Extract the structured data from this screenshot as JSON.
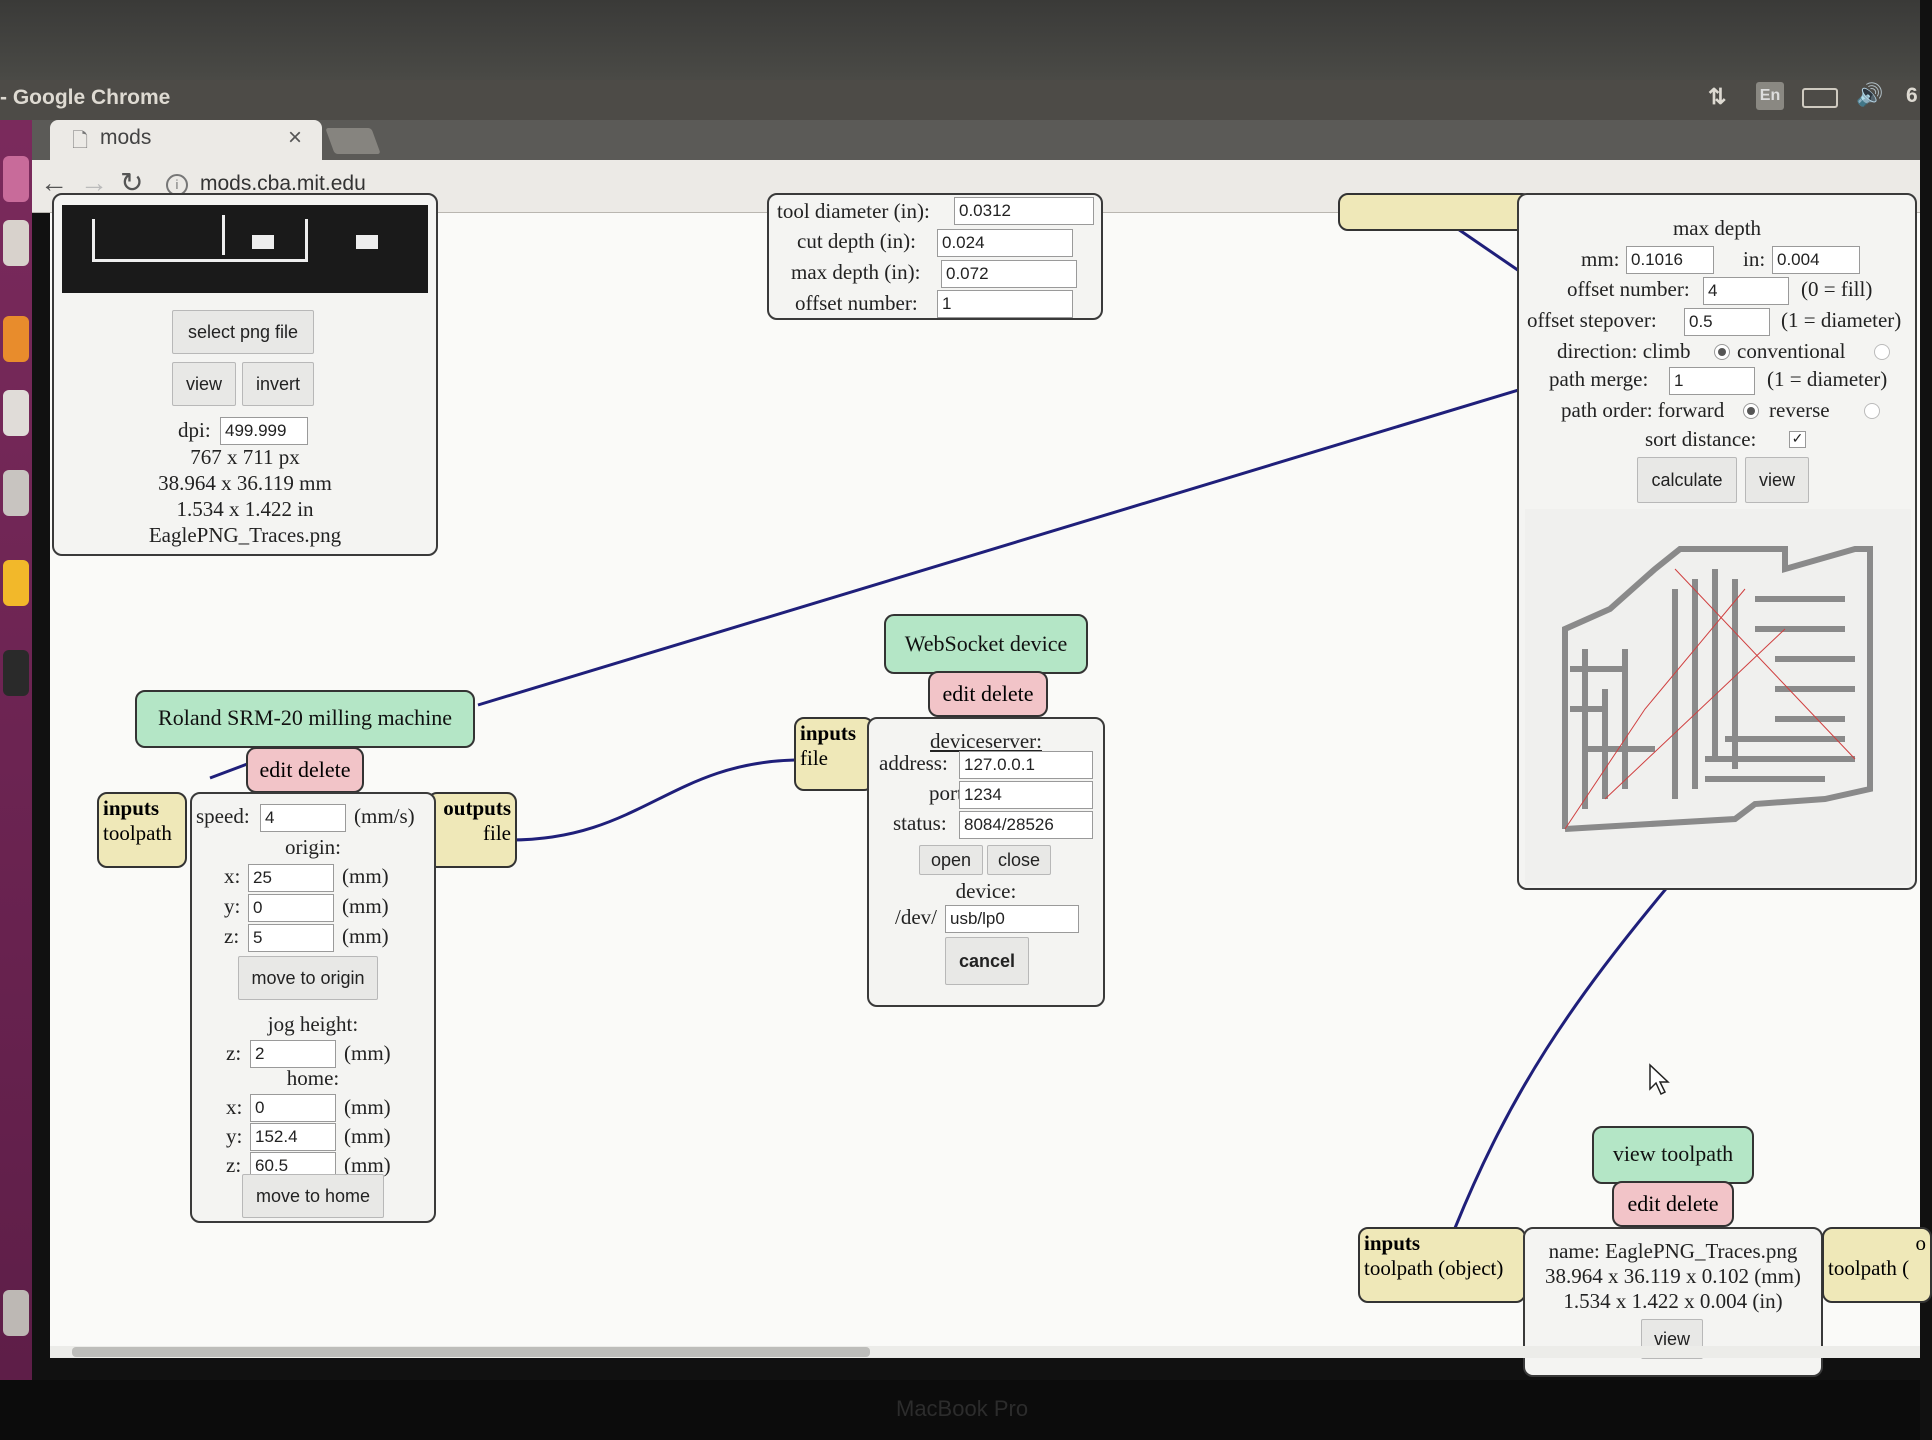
{
  "os": {
    "window_title": "- Google Chrome",
    "tray": {
      "lang": "En",
      "clock_partial": "6"
    }
  },
  "browser": {
    "tab_title": "mods",
    "tab_close": "×",
    "url": "mods.cba.mit.edu"
  },
  "png_module": {
    "select_button": "select png file",
    "view_button": "view",
    "invert_button": "invert",
    "dpi_label": "dpi:",
    "dpi_value": "499.999",
    "px_size": "767 x 711 px",
    "mm_size": "38.964 x 36.119 mm",
    "in_size": "1.534 x 1.422 in",
    "filename": "EaglePNG_Traces.png"
  },
  "mill_settings": {
    "tool_label": "tool diameter (in):",
    "tool_value": "0.0312",
    "cut_label": "cut depth (in):",
    "cut_value": "0.024",
    "max_label": "max depth (in):",
    "max_value": "0.072",
    "offset_label": "offset number:",
    "offset_value": "1"
  },
  "raster_panel": {
    "max_depth_heading": "max depth",
    "mm_label": "mm:",
    "mm_value": "0.1016",
    "in_label": "in:",
    "in_value": "0.004",
    "offset_label": "offset number:",
    "offset_value": "4",
    "offset_note": "(0 = fill)",
    "stepover_label": "offset stepover:",
    "stepover_value": "0.5",
    "stepover_note": "(1 = diameter)",
    "direction_label": "direction: climb",
    "conventional_label": "conventional",
    "merge_label": "path merge:",
    "merge_value": "1",
    "merge_note": "(1 = diameter)",
    "order_label": "path order: forward",
    "reverse_label": "reverse",
    "sort_label": "sort distance:",
    "calculate_button": "calculate",
    "view_button": "view"
  },
  "roland": {
    "title": "Roland SRM-20 milling machine",
    "edit_delete": "edit delete",
    "inputs_label": "inputs",
    "inputs_type": "toolpath",
    "outputs_label": "outputs",
    "outputs_type": "file",
    "speed_label": "speed:",
    "speed_value": "4",
    "speed_unit": "(mm/s)",
    "origin_heading": "origin:",
    "x_label": "x:",
    "origin_x": "25",
    "y_label": "y:",
    "origin_y": "0",
    "z_label": "z:",
    "origin_z": "5",
    "mm_unit": "(mm)",
    "move_origin_button": "move to origin",
    "jog_heading": "jog height:",
    "jog_z": "2",
    "home_heading": "home:",
    "home_x": "0",
    "home_y": "152.4",
    "home_z": "60.5",
    "move_home_button": "move to home"
  },
  "websocket": {
    "title": "WebSocket device",
    "edit_delete": "edit delete",
    "inputs_label": "inputs",
    "inputs_type": "file",
    "server_heading": "deviceserver:",
    "address_label": "address:",
    "address_value": "127.0.0.1",
    "port_label": "port:",
    "port_value": "1234",
    "status_label": "status:",
    "status_value": "8084/28526",
    "open_button": "open",
    "close_button": "close",
    "device_heading": "device:",
    "dev_prefix": "/dev/",
    "dev_value": "usb/lp0",
    "cancel_button": "cancel"
  },
  "view_toolpath": {
    "title": "view toolpath",
    "edit_delete": "edit delete",
    "inputs_label": "inputs",
    "inputs_type": "toolpath (object)",
    "name_line": "name: EaglePNG_Traces.png",
    "mm_line": "38.964 x 36.119 x 0.102 (mm)",
    "in_line": "1.534 x 1.422 x 0.004 (in)",
    "view_button": "view",
    "outputs_partial": "o",
    "outputs_type_partial": "toolpath ("
  },
  "laptop_label": "MacBook Pro",
  "colors": {
    "wire": "#1f1f7a",
    "title_green": "#b4e6c6",
    "edit_pink": "#f2c4c8",
    "io_yellow": "#efe8b8",
    "launcher_purple": "#6e2555"
  }
}
